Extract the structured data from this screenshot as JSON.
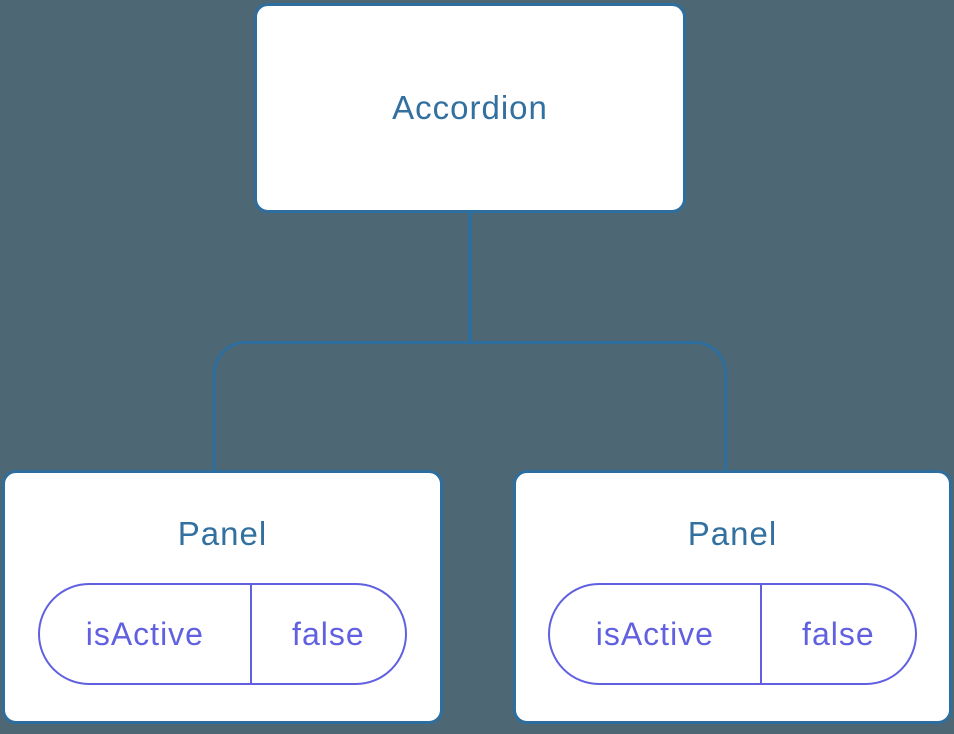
{
  "colors": {
    "background": "#4d6874",
    "node_fill": "#ffffff",
    "node_border": "#2d6e9e",
    "node_title": "#3270a0",
    "connector": "#2d6e9e",
    "state_accent": "#6060e0"
  },
  "tree": {
    "root": {
      "label": "Accordion"
    },
    "children": [
      {
        "label": "Panel",
        "state": {
          "key": "isActive",
          "value": "false"
        }
      },
      {
        "label": "Panel",
        "state": {
          "key": "isActive",
          "value": "false"
        }
      }
    ]
  }
}
